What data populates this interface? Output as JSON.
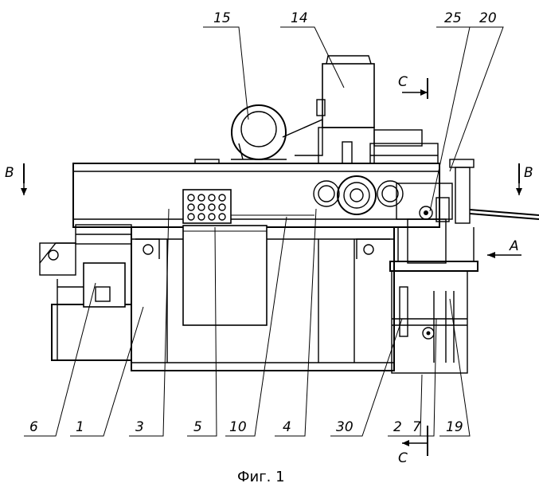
{
  "caption": "Фиг. 1",
  "labels": {
    "l15": "15",
    "l14": "14",
    "l25": "25",
    "l20": "20",
    "l6": "6",
    "l1": "1",
    "l3": "3",
    "l5": "5",
    "l10": "10",
    "l4": "4",
    "l30": "30",
    "l2": "2",
    "l7": "7",
    "l19": "19"
  },
  "section_marks": {
    "c_top": "C",
    "c_bottom": "C",
    "b_left": "B",
    "b_right": "B",
    "a_arrow": "A"
  }
}
